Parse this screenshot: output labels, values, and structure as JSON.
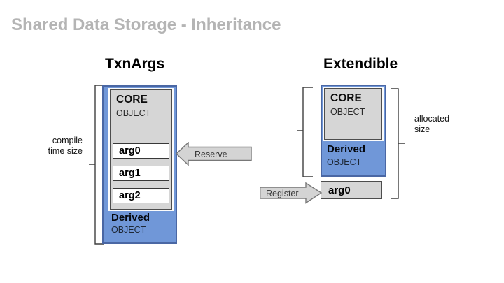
{
  "title": "Shared Data Storage - Inheritance",
  "left": {
    "header": "TxnArgs",
    "bracket_label": {
      "line1": "compile",
      "line2": "time size"
    },
    "core": {
      "title": "CORE",
      "subtitle": "OBJECT"
    },
    "args": [
      "arg0",
      "arg1",
      "arg2"
    ],
    "derived": {
      "title": "Derived",
      "subtitle": "OBJECT"
    },
    "arrow_label": "Reserve"
  },
  "right": {
    "header": "Extendible",
    "core": {
      "title": "CORE",
      "subtitle": "OBJECT"
    },
    "derived": {
      "title": "Derived",
      "subtitle": "OBJECT"
    },
    "arg": "arg0",
    "arrow_label": "Register",
    "bracket_label": {
      "line1": "allocated",
      "line2": "size"
    }
  },
  "colors": {
    "accent_blue": "#7097d8",
    "blue_border": "#4a67a4",
    "box_gray": "#d6d6d6",
    "arrow_gray": "#d4d4d4",
    "title_gray": "#b4b4b4"
  }
}
